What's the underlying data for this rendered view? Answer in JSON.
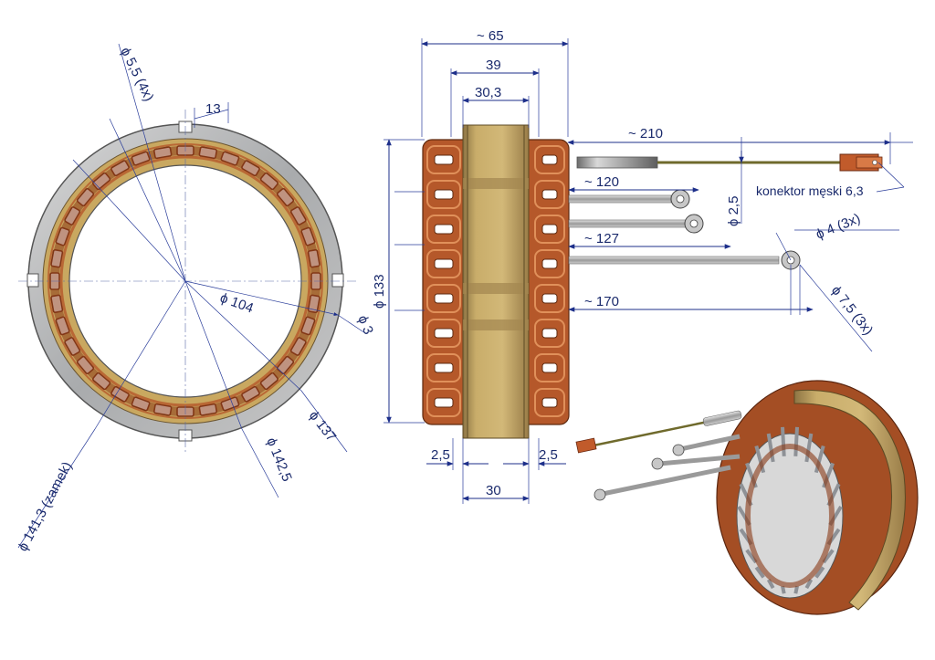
{
  "front_view": {
    "dims": {
      "hole": "ϕ 5,5 (4x)",
      "notch_width": "13",
      "inner": "ϕ 104",
      "groove": "ϕ 3",
      "d137": "ϕ 137",
      "d142": "ϕ 142,5",
      "lock": "ϕ 141,3 (zamek)"
    }
  },
  "side_view": {
    "dims": {
      "total": "~ 65",
      "w39": "39",
      "w30_3": "30,3",
      "height": "ϕ 133",
      "base": "30",
      "left_gap": "2,5",
      "right_gap": "2,5"
    }
  },
  "leads": {
    "l210": "~ 210",
    "l120": "~ 120",
    "l127": "~ 127",
    "l170": "~ 170",
    "d2_5": "ϕ 2,5",
    "d4": "ϕ 4  (3x)",
    "d7_5": "ϕ 7,5 (3x)",
    "connector": "konektor męski 6,3"
  },
  "colors": {
    "copper": "#b5582a",
    "copper_dark": "#7a3416",
    "lamination": "#c9a860",
    "steel": "#b8bcc0",
    "dimension": "#1d2f8a"
  }
}
